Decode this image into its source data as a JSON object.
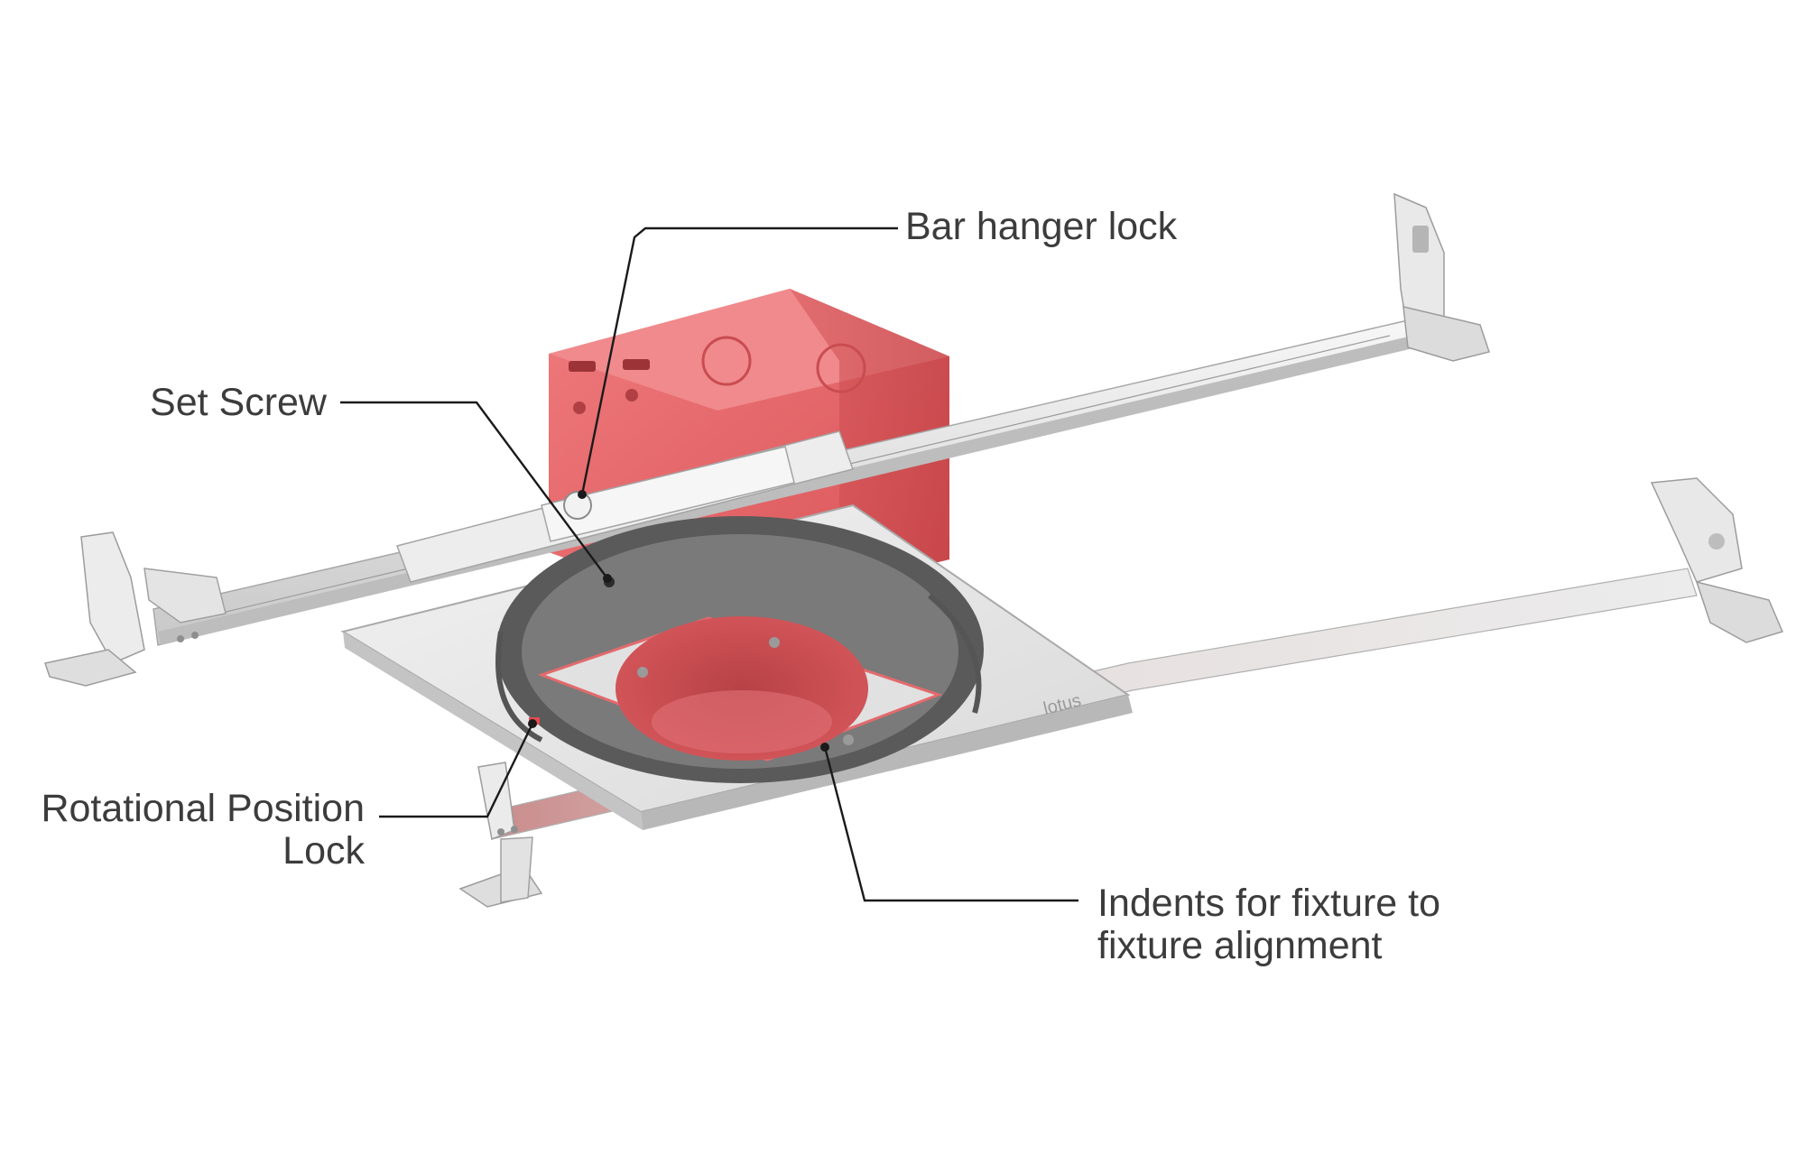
{
  "callouts": {
    "bar_hanger_lock": "Bar hanger lock",
    "set_screw": "Set Screw",
    "rotational_position_lock_line1": "Rotational Position",
    "rotational_position_lock_line2": "Lock",
    "indents_line1": "Indents for fixture to",
    "indents_line2": "fixture alignment"
  },
  "colors": {
    "background": "#ffffff",
    "junction_box": "#e8666a",
    "junction_box_dark": "#c94c50",
    "metal": "#e6e6e6",
    "metal_shadow": "#b9b9b9",
    "gasket": "#4a4a4a",
    "label_text": "#3c3c3c",
    "leader_line": "#1a1a1a"
  },
  "product_mark": "lotus"
}
